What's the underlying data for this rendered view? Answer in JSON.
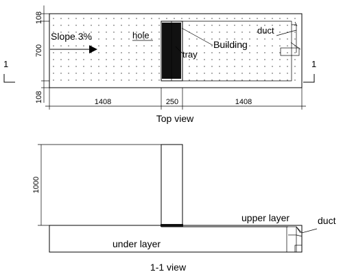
{
  "top_view": {
    "caption": "Top view",
    "slope_label": "Slope 3%",
    "hole_label": "hole",
    "building_label": "Building",
    "tray_label": "tray",
    "duct_label": "duct",
    "section_mark_left": "1",
    "section_mark_right": "1",
    "dims": {
      "side_top": "108",
      "side_middle": "700",
      "side_bottom": "108",
      "bottom_left": "1408",
      "bottom_middle": "250",
      "bottom_right": "1408"
    }
  },
  "section_view": {
    "caption": "1-1 view",
    "height_dim": "1000",
    "upper_layer_label": "upper layer",
    "under_layer_label": "under layer",
    "duct_label": "duct"
  }
}
